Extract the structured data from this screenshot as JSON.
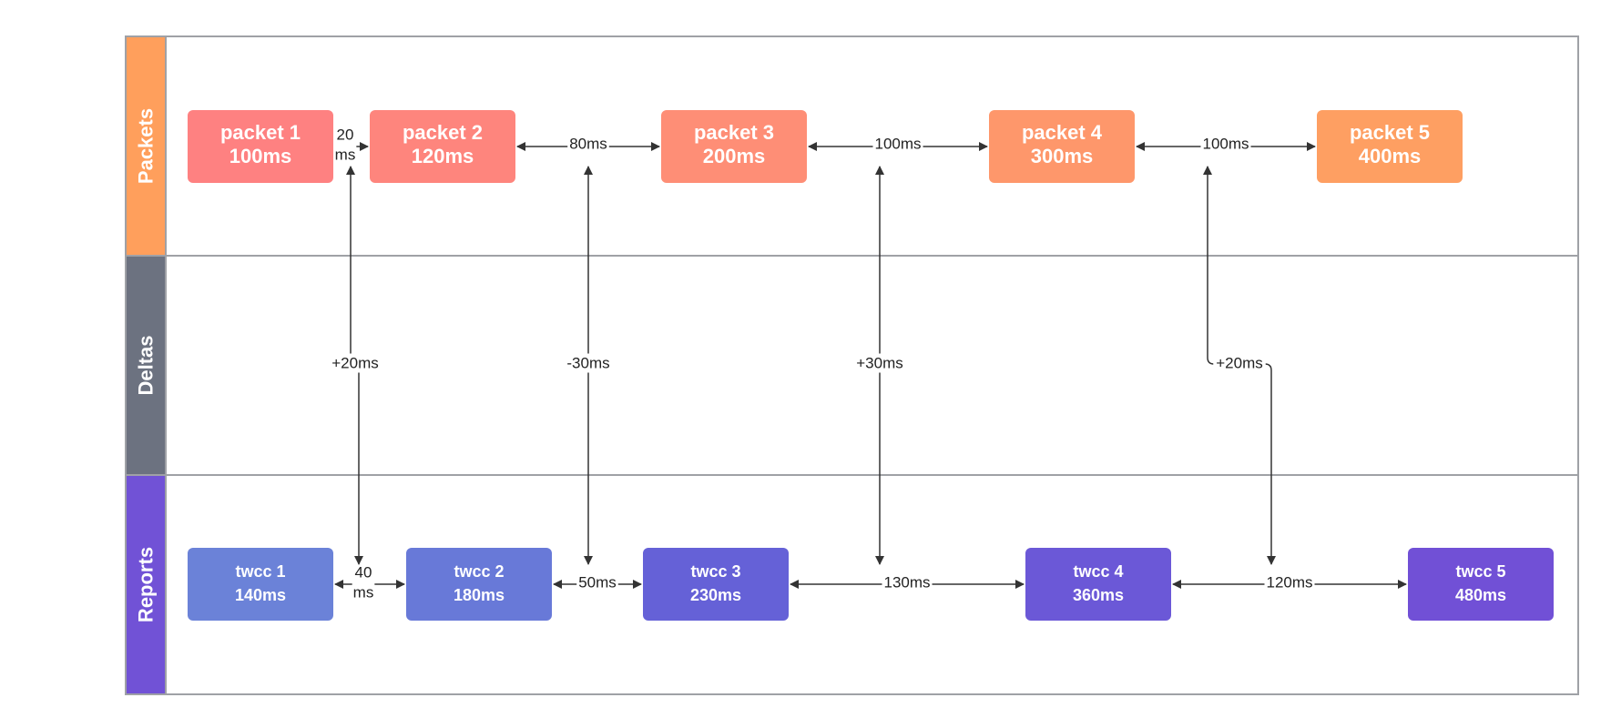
{
  "colors": {
    "border": "#9fa1a6",
    "edge": "#333333",
    "label_bg": "#ffffff"
  },
  "lanes": [
    {
      "id": "packets",
      "label": "Packets",
      "color": "#ff9f5c"
    },
    {
      "id": "deltas",
      "label": "Deltas",
      "color": "#6c7280"
    },
    {
      "id": "reports",
      "label": "Reports",
      "color": "#7152d6"
    }
  ],
  "packets": [
    {
      "line1": "packet 1",
      "line2": "100ms",
      "color": "#fe8181"
    },
    {
      "line1": "packet 2",
      "line2": "120ms",
      "color": "#fe857d"
    },
    {
      "line1": "packet 3",
      "line2": "200ms",
      "color": "#fe8e76"
    },
    {
      "line1": "packet 4",
      "line2": "300ms",
      "color": "#fe976b"
    },
    {
      "line1": "packet 5",
      "line2": "400ms",
      "color": "#fe9f62"
    }
  ],
  "reports": [
    {
      "line1": "twcc 1",
      "line2": "140ms",
      "color": "#6b82d8"
    },
    {
      "line1": "twcc 2",
      "line2": "180ms",
      "color": "#6879d8"
    },
    {
      "line1": "twcc 3",
      "line2": "230ms",
      "color": "#6561d7"
    },
    {
      "line1": "twcc 4",
      "line2": "360ms",
      "color": "#6b58d7"
    },
    {
      "line1": "twcc 5",
      "line2": "480ms",
      "color": "#7150d6"
    }
  ],
  "packet_gaps": [
    {
      "lines": [
        "20",
        "ms"
      ]
    },
    {
      "lines": [
        "80ms"
      ]
    },
    {
      "lines": [
        "100ms"
      ]
    },
    {
      "lines": [
        "100ms"
      ]
    }
  ],
  "report_gaps": [
    {
      "lines": [
        "40",
        "ms"
      ]
    },
    {
      "lines": [
        "50ms"
      ]
    },
    {
      "lines": [
        "130ms"
      ]
    },
    {
      "lines": [
        "120ms"
      ]
    }
  ],
  "deltas": [
    {
      "label": "+20ms"
    },
    {
      "label": "-30ms"
    },
    {
      "label": "+30ms"
    },
    {
      "label": "+20ms"
    }
  ]
}
